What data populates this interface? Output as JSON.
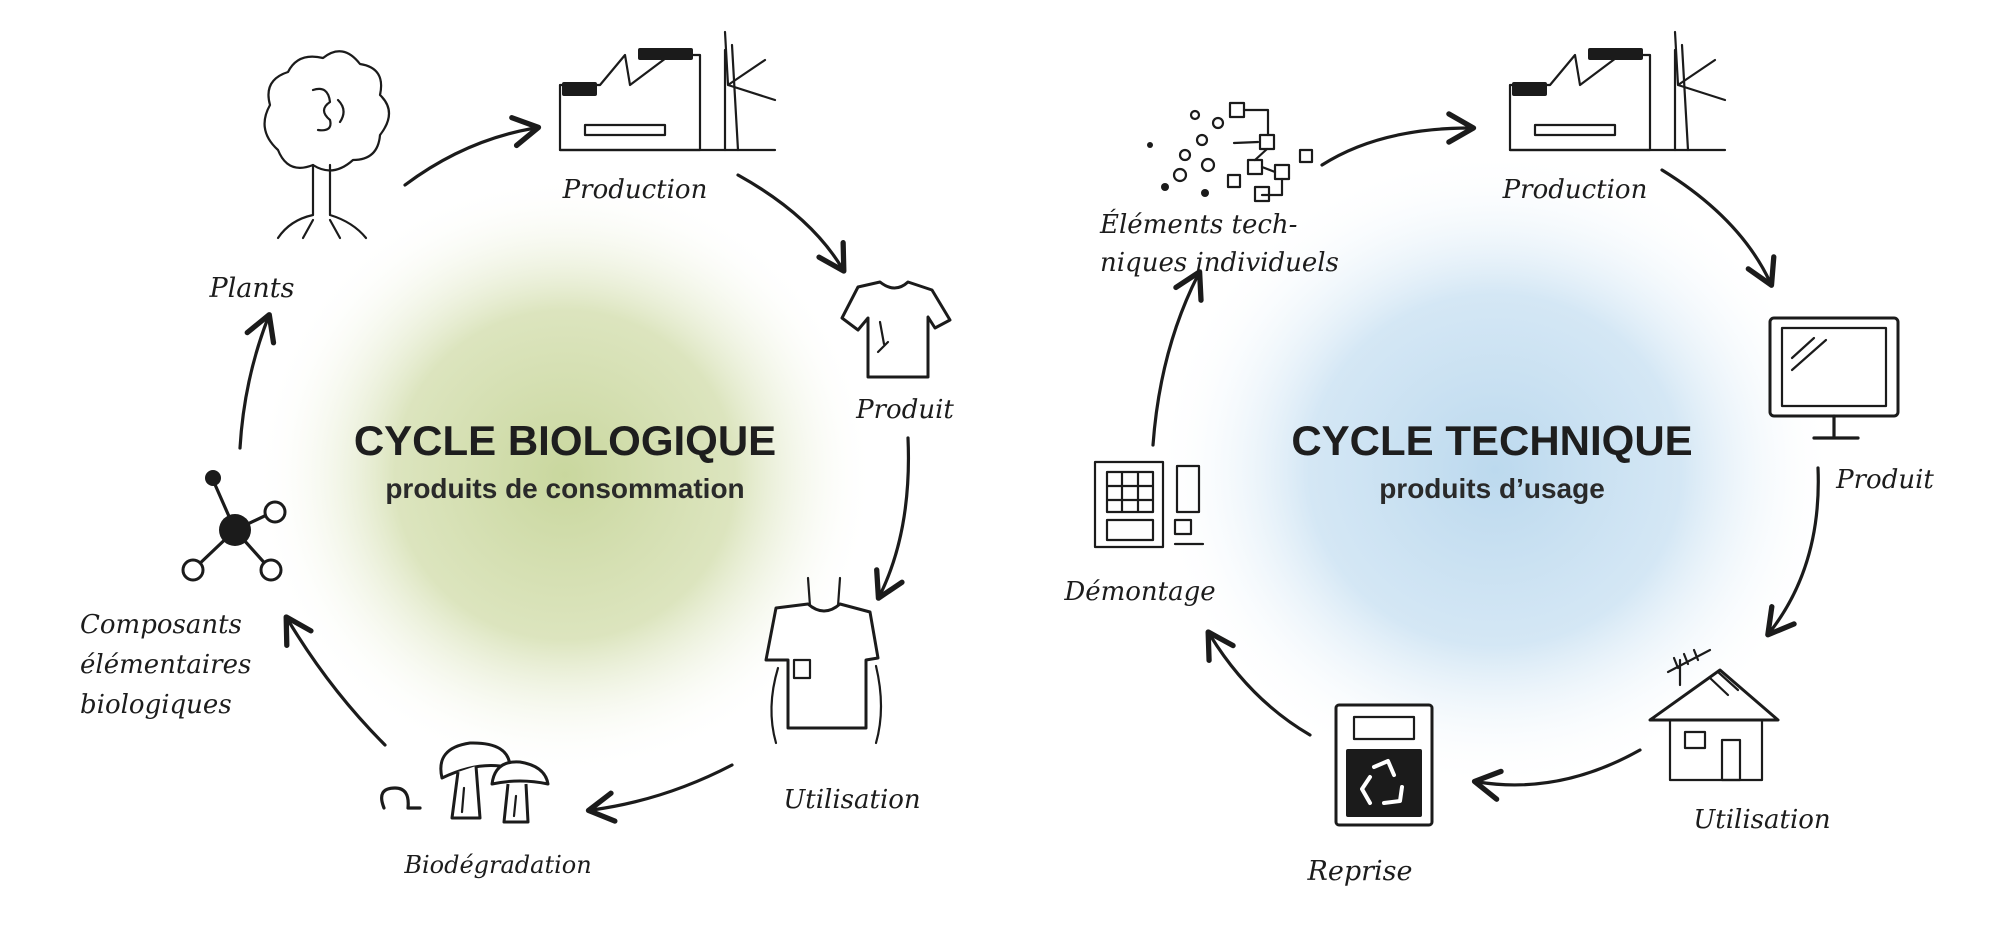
{
  "bio_cycle": {
    "title": "CYCLE BIOLOGIQUE",
    "subtitle": "produits de consommation",
    "glow_color": "#c9d79e",
    "nodes": {
      "production": "Production",
      "produit": "Produit",
      "utilisation": "Utilisation",
      "biodegradation": "Biodégradation",
      "composants": [
        "Composants",
        "élémentaires",
        "biologiques"
      ],
      "plants": "Plants"
    },
    "icons": [
      "factory-icon",
      "tshirt-icon",
      "person-tshirt-icon",
      "mushroom-worm-icon",
      "molecule-icon",
      "tree-icon"
    ]
  },
  "tech_cycle": {
    "title": "CYCLE TECHNIQUE",
    "subtitle": "produits d’usage",
    "glow_color": "#bcd9ee",
    "nodes": {
      "production": "Production",
      "produit": "Produit",
      "utilisation": "Utilisation",
      "reprise": "Reprise",
      "demontage": "Démontage",
      "elements": [
        "Éléments tech-",
        "niques individuels"
      ]
    },
    "icons": [
      "factory-icon",
      "monitor-icon",
      "house-icon",
      "recycle-bin-icon",
      "disassembly-icon",
      "components-icon"
    ]
  }
}
